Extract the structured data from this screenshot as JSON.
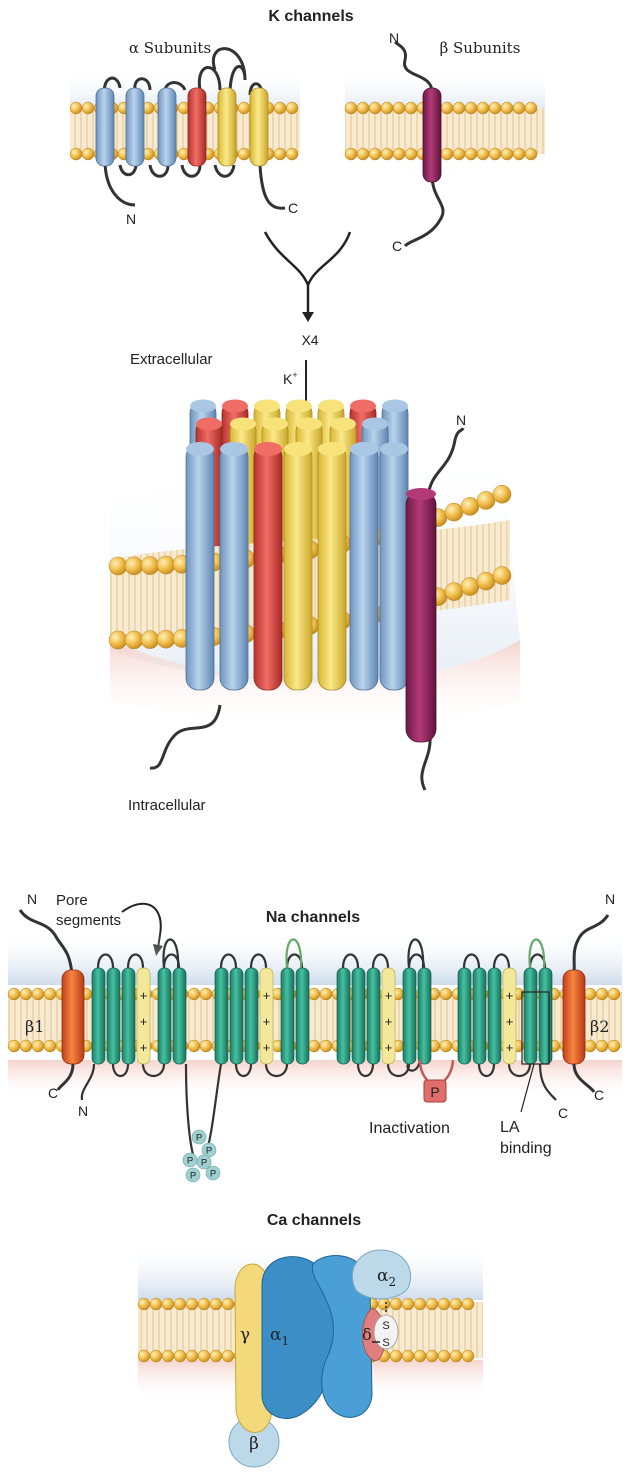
{
  "k_section": {
    "title": "K channels",
    "alpha_label": "α Subunits",
    "beta_label": "β Subunits",
    "n_alpha": "N",
    "c_alpha": "C",
    "n_beta": "N",
    "c_beta": "C",
    "x4": "X4",
    "k_ion_base": "K",
    "k_ion_sup": "+",
    "extracellular": "Extracellular",
    "intracellular": "Intracellular",
    "n_tetramer": "N"
  },
  "na_section": {
    "title": "Na channels",
    "pore_segments_1": "Pore",
    "pore_segments_2": "segments",
    "beta1": "β1",
    "beta2": "β2",
    "n_left": "N",
    "c_left": "C",
    "n_left_inner": "N",
    "n_right": "N",
    "c_right": "C",
    "c_right_inner": "C",
    "plus": "+",
    "p": "P",
    "inactivation": "Inactivation",
    "la_1": "LA",
    "la_2": "binding"
  },
  "ca_section": {
    "title": "Ca channels",
    "gamma": "γ",
    "alpha1_base": "α",
    "alpha1_sub": "1",
    "alpha2_base": "α",
    "alpha2_sub": "2",
    "delta": "δ",
    "s": "S",
    "beta": "β"
  },
  "colors": {
    "blue_helix": "#8fb4d8",
    "red_helix": "#d94b45",
    "yellow_helix": "#f2d653",
    "purple_helix": "#8c2359",
    "green_helix": "#2aa085",
    "orange_helix": "#e2572a",
    "membrane_head": "#f0bc4a",
    "membrane_band": "#f6e7c6",
    "ca_alpha1": "#3b8fc6",
    "ca_gamma": "#f4d97a",
    "ca_delta": "#e07f7f",
    "ca_beta": "#bcd9ea"
  }
}
